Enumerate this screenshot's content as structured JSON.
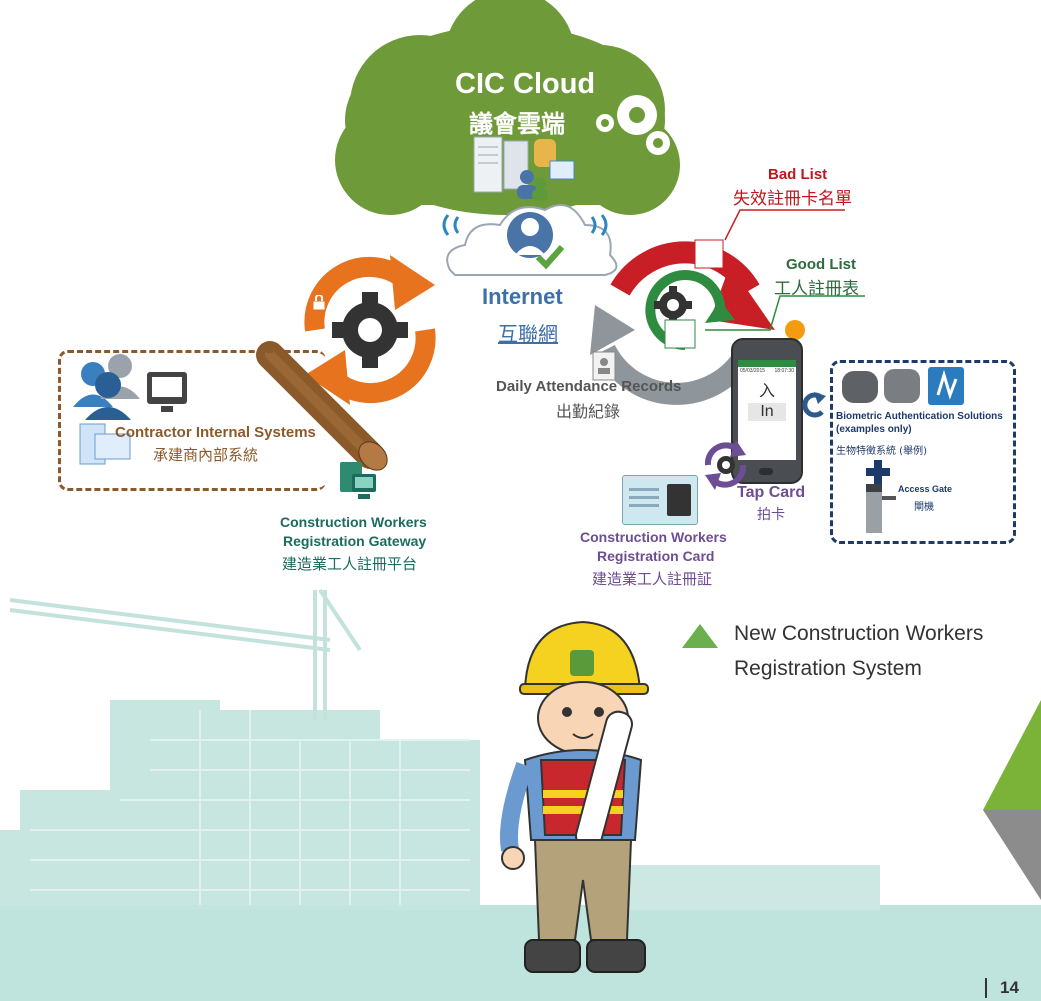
{
  "cloud": {
    "title": "CIC Cloud",
    "subtitle": "議會雲端"
  },
  "internet": {
    "title": "Internet",
    "subtitle": "互聯網"
  },
  "contractor": {
    "title": "Contractor Internal Systems",
    "subtitle": "承建商內部系統"
  },
  "gateway": {
    "line1": "Construction Workers",
    "line2": "Registration Gateway",
    "subtitle": "建造業工人註冊平台"
  },
  "bad_list": {
    "title": "Bad List",
    "subtitle": "失效註冊卡名單"
  },
  "good_list": {
    "title": "Good List",
    "subtitle": "工人註冊表"
  },
  "attendance": {
    "title": "Daily Attendance Records",
    "subtitle": "出勤紀錄"
  },
  "phone": {
    "date": "05/03/2015",
    "time": "18:07:30",
    "zh": "入",
    "en": "In"
  },
  "tap_card": {
    "title": "Tap Card",
    "subtitle": "拍卡"
  },
  "reg_card": {
    "line1": "Construction Workers",
    "line2": "Registration Card",
    "subtitle": "建造業工人註冊証"
  },
  "biometric": {
    "line1": "Biometric Authentication Solutions",
    "line2": "(examples only)",
    "subtitle": "生物特徵系統 (舉例)"
  },
  "gate": {
    "title": "Access Gate",
    "subtitle": "閘機"
  },
  "legend": {
    "line1": "New Construction Workers",
    "line2": "Registration System"
  },
  "page_number": "14",
  "colors": {
    "cloud": "#6f9a3a",
    "orange": "#e8731f",
    "red": "#c81e26",
    "green": "#2e8b3f",
    "teal_bg": "#b7e0da",
    "legend_triangle": "#6ab04c"
  }
}
